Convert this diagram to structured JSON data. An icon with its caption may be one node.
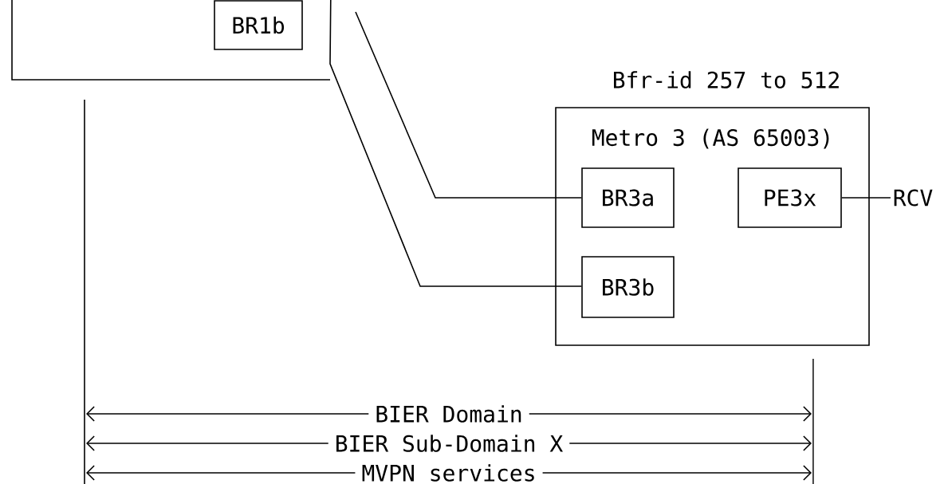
{
  "diagram": {
    "nodes": [
      {
        "text": [],
        "shape": "box"
      },
      {
        "text": [
          "BR1b"
        ],
        "in": 0
      },
      {
        "text": [
          "Metro 3 (AS 65003)"
        ],
        "beside": [
          "Bfr-id 257 to 512"
        ]
      },
      {
        "text": [
          "BR3a"
        ],
        "in": 2
      },
      {
        "text": [
          "PE3x"
        ],
        "in": 2
      },
      {
        "text": [
          "BR3b"
        ],
        "in": 2
      },
      {
        "text": [
          "RCV"
        ]
      }
    ],
    "edges": [
      {
        "from": null,
        "to": 3,
        "arrow": "none"
      },
      {
        "from": 0,
        "to": 5,
        "arrow": "none"
      },
      {
        "from": 4,
        "to": 6,
        "arrow": "none"
      }
    ],
    "labels": [
      "BIER Domain",
      "BIER Sub-Domain X",
      "MVPN services"
    ]
  }
}
